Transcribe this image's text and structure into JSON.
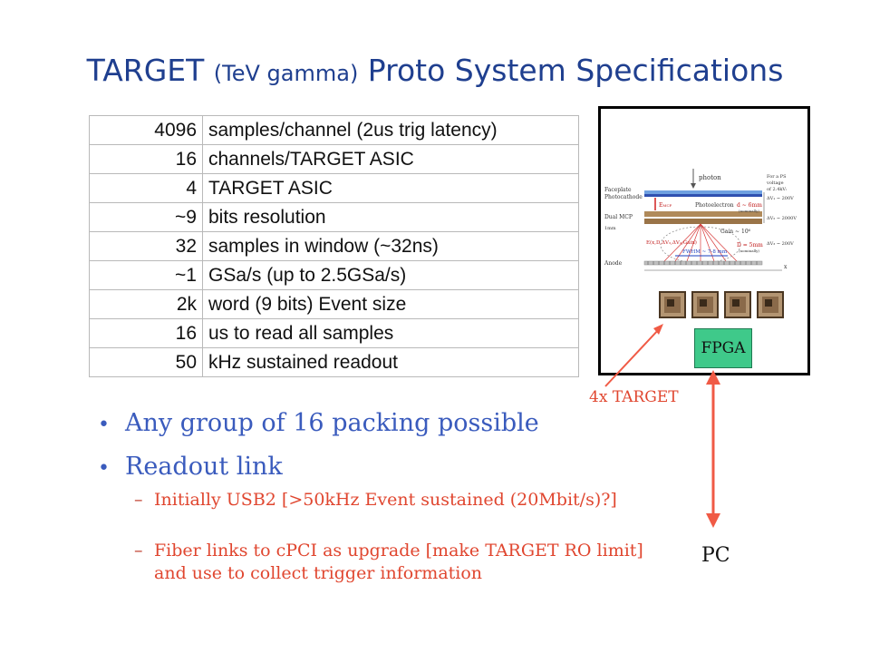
{
  "title": {
    "part1": "TARGET ",
    "part2": "(TeV gamma)",
    "part3": " Proto System Specifications"
  },
  "specs": [
    {
      "value": "4096",
      "desc": "samples/channel (2us trig latency)"
    },
    {
      "value": "16",
      "desc": "channels/TARGET ASIC"
    },
    {
      "value": "4",
      "desc": "TARGET ASIC"
    },
    {
      "value": "~9",
      "desc": "bits resolution"
    },
    {
      "value": "32",
      "desc": "samples in window (~32ns)"
    },
    {
      "value": "~1",
      "desc": "GSa/s (up to 2.5GSa/s)"
    },
    {
      "value": "2k",
      "desc": "word (9 bits) Event size"
    },
    {
      "value": "16",
      "desc": "us to read all samples"
    },
    {
      "value": "50",
      "desc": "kHz sustained readout"
    }
  ],
  "bullets": {
    "b1": "Any group of 16 packing possible",
    "b2": "Readout link",
    "sub1": "Initially USB2 [>50kHz Event sustained (20Mbit/s)?]",
    "sub2_line1": "Fiber links to cPCI as upgrade [make TARGET RO limit]",
    "sub2_line2": "and use to collect trigger information"
  },
  "diagram": {
    "photon": "photon",
    "ps_note1": "For a PS",
    "ps_note2": "voltage",
    "ps_note3": "of 2.4kV:",
    "faceplate": "Faceplate",
    "photocathode": "Photocathode",
    "dual_mcp": "Dual MCP",
    "anode": "Anode",
    "e_mcp": "E",
    "e_mcp_sub": "MCP",
    "photoelectron": "Photoelectron",
    "d_label": "d ~ 6mm",
    "d_sub": "(nominally)",
    "one_mm": "1mm",
    "gain": "Gain ~ 10⁶",
    "e_formula": "E(x,D,ΔV₃,ΔV₂,Gain)",
    "D_label": "D = 5mm",
    "D_sub": "(nominally)",
    "fwhm": "FWHM ~ 7-8 mm",
    "x_axis": "x",
    "dv1": "ΔV₁ ~ 200V",
    "dv2": "ΔV₂ ~ 2000V",
    "dv3": "ΔV₃ ~ 200V",
    "fpga": "FPGA",
    "target_label": "4x TARGET",
    "pc_label": "PC"
  },
  "colors": {
    "title": "#1f3f8f",
    "bullet": "#3a5bbd",
    "sub": "#e0462f",
    "arrow": "#f05a45",
    "fpga": "#3fc98a"
  }
}
